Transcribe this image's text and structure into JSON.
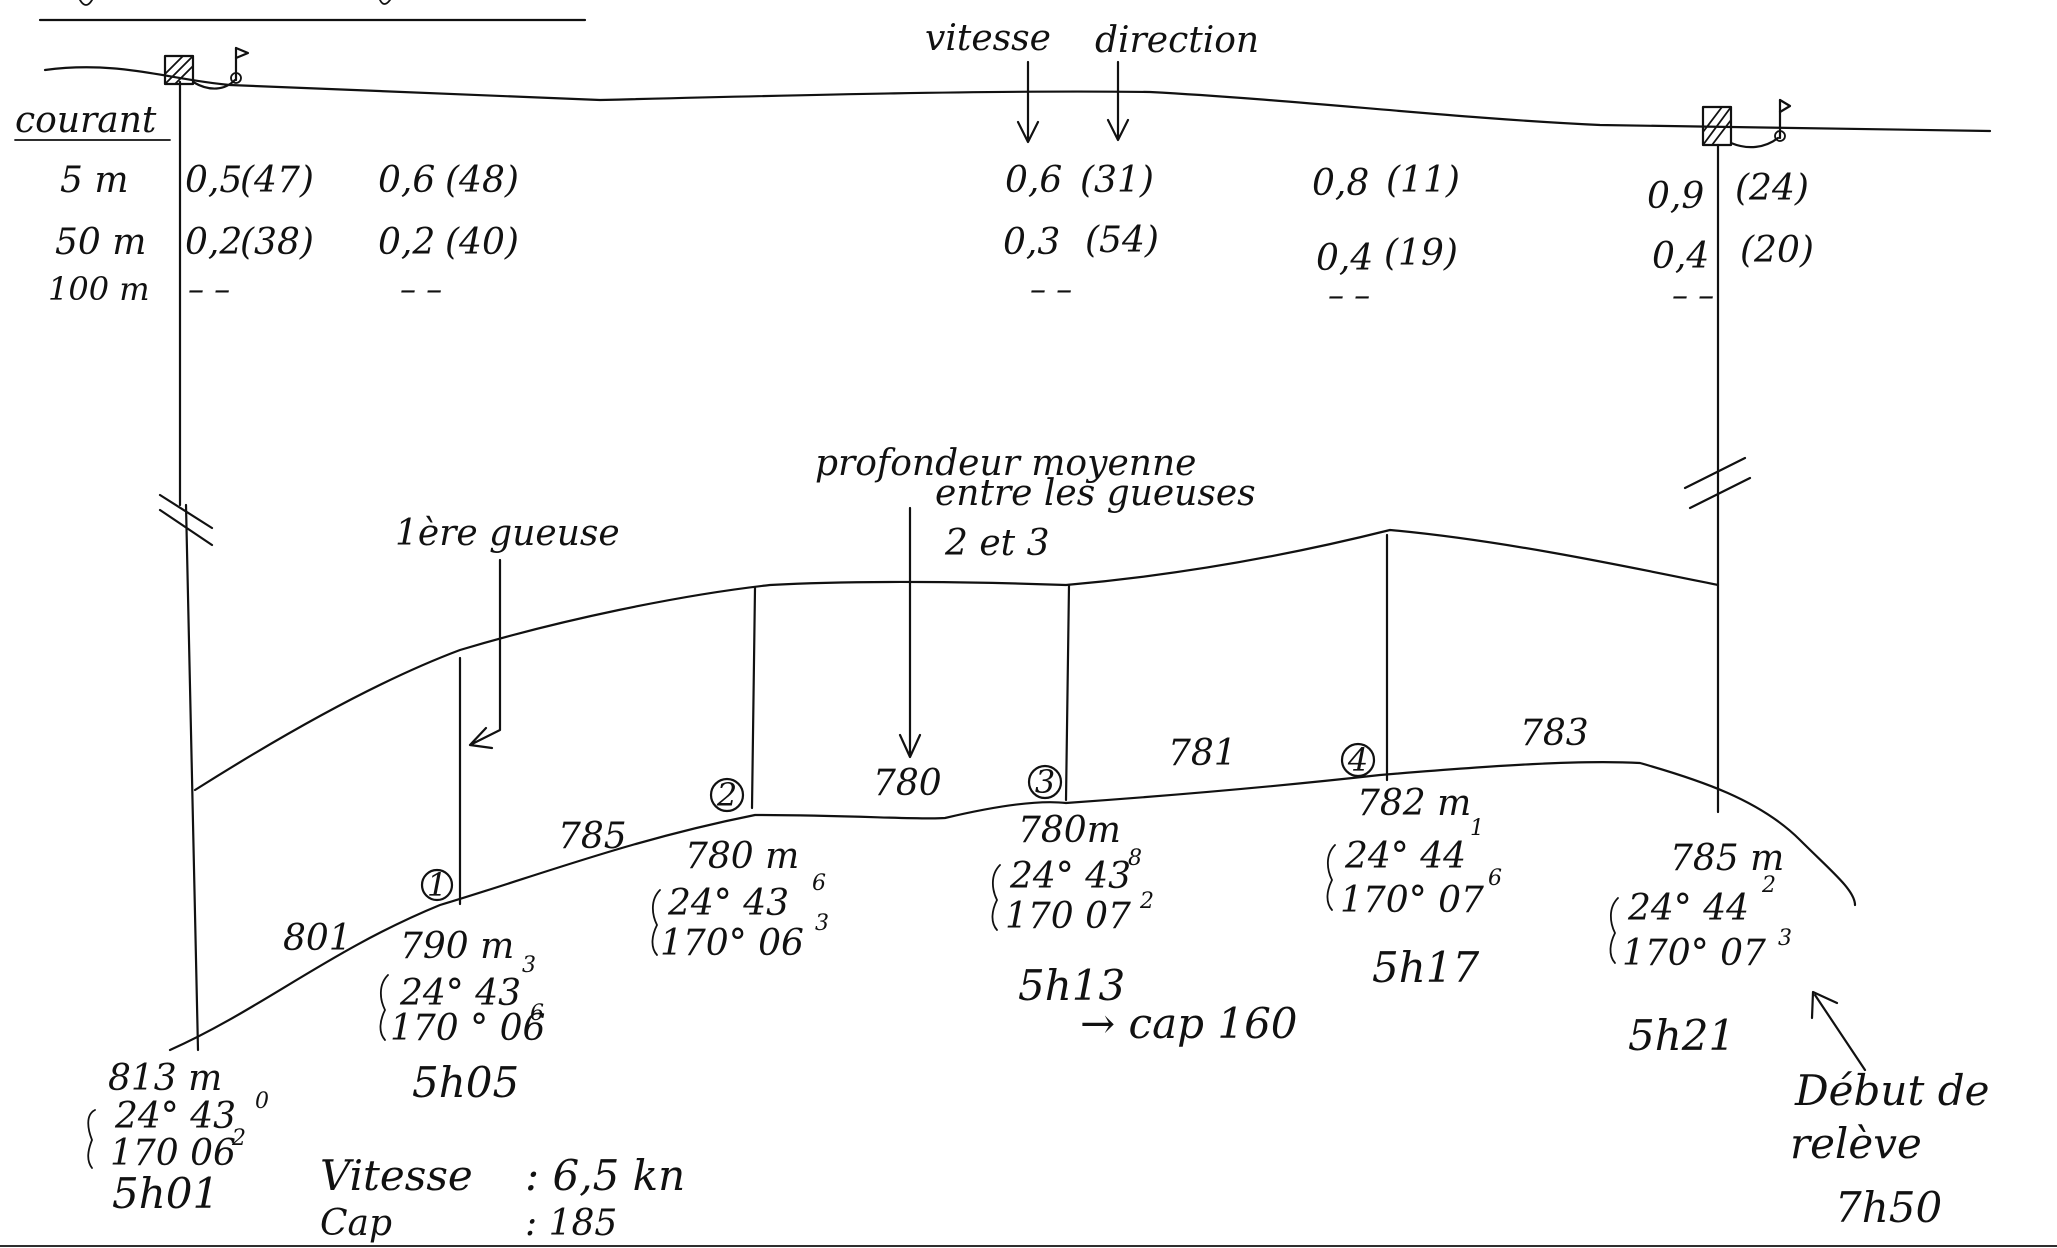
{
  "surface_labels": {
    "courant": "courant",
    "vitesse": "vitesse",
    "direction": "direction"
  },
  "depth_labels": [
    "5 m",
    "50 m",
    "100 m"
  ],
  "current_columns": [
    {
      "v5": "0,5",
      "d5": "(47)",
      "v50": "0,2",
      "d50": "(38)",
      "v100": "– –"
    },
    {
      "v5": "0,6",
      "d5": "(48)",
      "v50": "0,2",
      "d50": "(40)",
      "v100": "– –"
    },
    {
      "v5": "0,6",
      "d5": "(31)",
      "v50": "0,3",
      "d50": "(54)",
      "v100": "– –"
    },
    {
      "v5": "0,8",
      "d5": "(11)",
      "v50": "0,4",
      "d50": "(19)",
      "v100": "– –"
    },
    {
      "v5": "0,9",
      "d5": "(24)",
      "v50": "0,4",
      "d50": "(20)",
      "v100": "– –"
    }
  ],
  "annotations": {
    "first_weight": "1ère gueuse",
    "mean_depth_line1": "profondeur moyenne",
    "mean_depth_line2": "entre les gueuses",
    "mean_depth_line3": "2 et 3"
  },
  "segment_depths": [
    "801",
    "785",
    "780",
    "781",
    "783"
  ],
  "stations": [
    {
      "marker": "",
      "depth": "813 m",
      "lat": "24° 43",
      "lat_sup": "0",
      "lon": "170 06",
      "lon_sup": "2",
      "time": "5h01"
    },
    {
      "marker": "1",
      "depth": "790 m",
      "lat": "24° 43",
      "lat_sup": "3",
      "lon": "170 ° 06",
      "lon_sup": "6",
      "time": "5h05"
    },
    {
      "marker": "2",
      "depth": "780 m",
      "lat": "24° 43",
      "lat_sup": "6",
      "lon": "170° 06",
      "lon_sup": "3",
      "time": ""
    },
    {
      "marker": "3",
      "depth": "780m",
      "lat": "24° 43",
      "lat_sup": "8",
      "lon": "170 07",
      "lon_sup": "2",
      "time": "5h13"
    },
    {
      "marker": "4",
      "depth": "782 m",
      "lat": "24° 44",
      "lat_sup": "1",
      "lon": "170° 07",
      "lon_sup": "6",
      "time": "5h17"
    },
    {
      "marker": "",
      "depth": "785 m",
      "lat": "24° 44",
      "lat_sup": "2",
      "lon": "170° 07",
      "lon_sup": "3",
      "time": "5h21"
    }
  ],
  "heading_change": "→ cap 160",
  "footer": {
    "speed_label": "Vitesse",
    "speed_value": ": 6,5 kn",
    "cap_label": "Cap",
    "cap_value": ": 185"
  },
  "start_recovery": {
    "line1": "Début de",
    "line2": "relève",
    "time": "7h50"
  }
}
